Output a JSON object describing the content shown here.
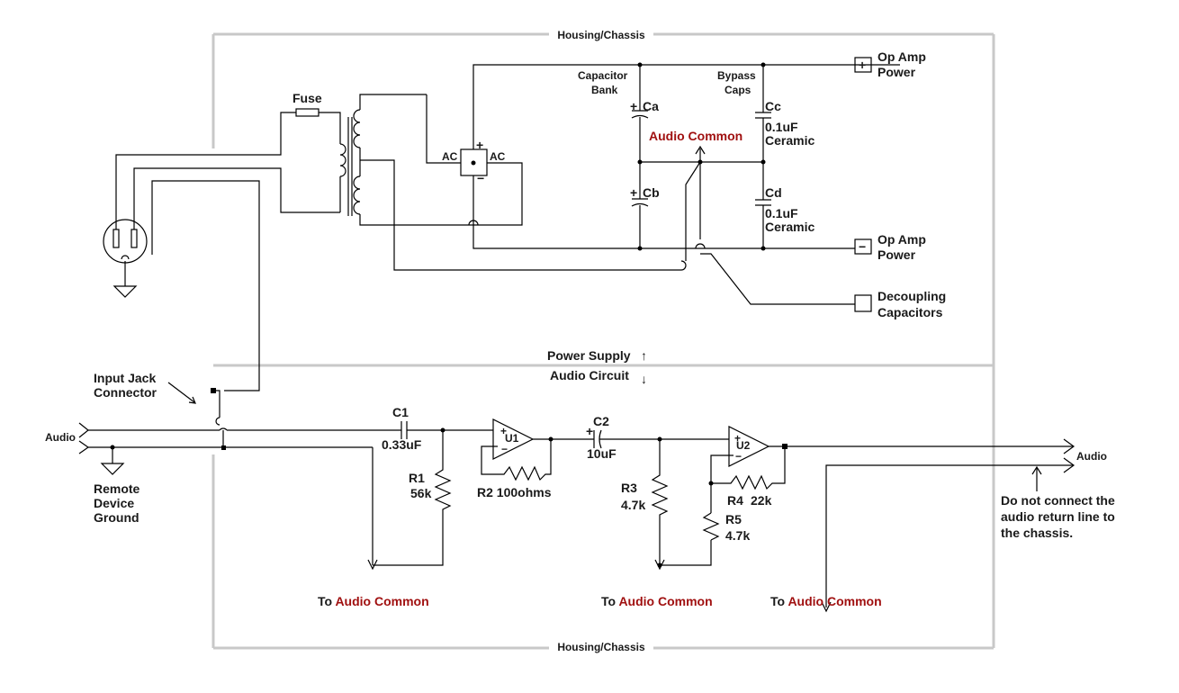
{
  "labels": {
    "housing_top": "Housing/Chassis",
    "housing_bottom": "Housing/Chassis",
    "fuse": "Fuse",
    "ac_left": "AC",
    "ac_right": "AC",
    "plus": "+",
    "minus": "−",
    "capacitor_bank": [
      "Capacitor",
      "Bank"
    ],
    "bypass_caps": [
      "Bypass",
      "Caps"
    ],
    "ca": "Ca",
    "cb": "Cb",
    "cc": "Cc",
    "cd": "Cd",
    "cc_value": [
      "0.1uF",
      "Ceramic"
    ],
    "cd_value": [
      "0.1uF",
      "Ceramic"
    ],
    "audio_common_ps": "Audio Common",
    "op_amp_power_pos": [
      "Op Amp",
      "Power"
    ],
    "op_amp_power_neg": [
      "Op Amp",
      "Power"
    ],
    "terminal_pos": "+",
    "terminal_neg": "−",
    "decoupling": [
      "Decoupling",
      "Capacitors"
    ],
    "power_supply": "Power Supply",
    "audio_circuit": "Audio Circuit",
    "input_jack": [
      "Input Jack",
      "Connector"
    ],
    "audio_in": "Audio",
    "remote_ground": [
      "Remote",
      "Device",
      "Ground"
    ],
    "c1": "C1",
    "c1_value": "0.33uF",
    "r1": "R1",
    "r1_value": "56k",
    "u1": "U1",
    "r2": "R2 100ohms",
    "c2": "C2",
    "c2_plus": "+",
    "c2_value": "10uF",
    "r3": "R3",
    "r3_value": "4.7k",
    "u2": "U2",
    "r4": "R4",
    "r4_value": "22k",
    "r5": "R5",
    "r5_value": "4.7k",
    "audio_out": "Audio",
    "note": [
      "Do not connect the",
      "audio return line to",
      "the chassis."
    ],
    "to_common_1_prefix": "To ",
    "to_common_1": "Audio Common",
    "to_common_2_prefix": "To ",
    "to_common_2": "Audio Common",
    "to_common_3_prefix": "To ",
    "to_common_3": "Audio Common",
    "up_arrow": "↑",
    "down_arrow": "↓"
  },
  "colors": {
    "accent_red": "#a01010",
    "housing": "#c8c8c8",
    "wire": "#000000"
  }
}
